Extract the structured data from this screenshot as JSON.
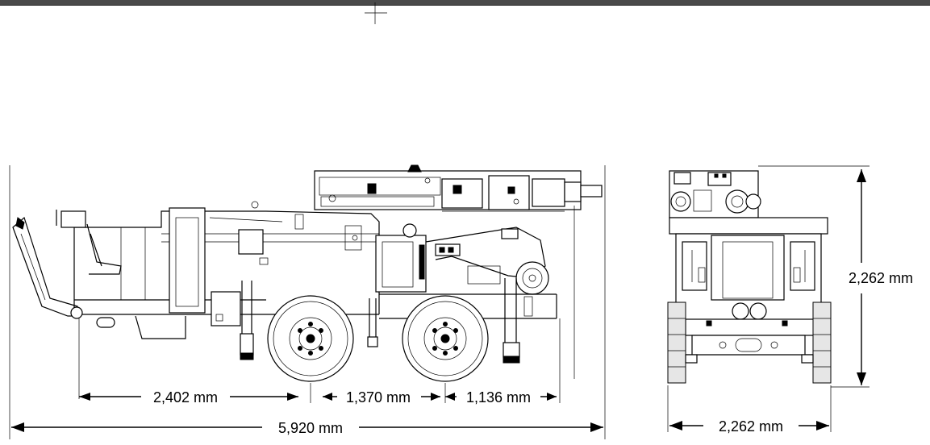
{
  "dimensions": {
    "front_overhang": "2,402 mm",
    "wheelbase": "1,370 mm",
    "rear_overhang": "1,136 mm",
    "overall_length": "5,920 mm",
    "height": "2,262 mm",
    "width": "2,262 mm"
  }
}
